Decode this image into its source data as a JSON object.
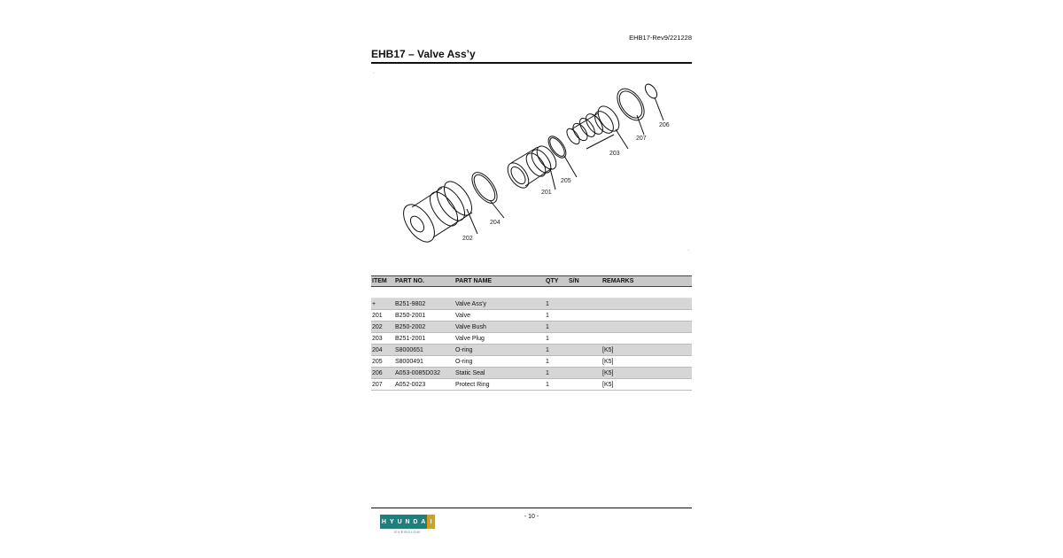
{
  "header": {
    "doc_code": "EHB17-Rev9/221228",
    "title": "EHB17 – Valve Ass’y"
  },
  "diagram": {
    "callouts": [
      "206",
      "207",
      "203",
      "205",
      "201",
      "204",
      "202"
    ]
  },
  "table": {
    "headers": [
      "ITEM",
      "PART NO.",
      "PART NAME",
      "QTY",
      "S/N",
      "REMARKS"
    ],
    "rows": [
      {
        "item": "+",
        "part_no": "B251-9802",
        "part_name": "Valve Ass'y",
        "qty": "1",
        "sn": "",
        "remarks": ""
      },
      {
        "item": "201",
        "part_no": "B250-2001",
        "part_name": "Valve",
        "qty": "1",
        "sn": "",
        "remarks": ""
      },
      {
        "item": "202",
        "part_no": "B250-2002",
        "part_name": "Valve Bush",
        "qty": "1",
        "sn": "",
        "remarks": ""
      },
      {
        "item": "203",
        "part_no": "B251-2001",
        "part_name": "Valve Plug",
        "qty": "1",
        "sn": "",
        "remarks": ""
      },
      {
        "item": "204",
        "part_no": "S8000651",
        "part_name": "O-ring",
        "qty": "1",
        "sn": "",
        "remarks": "[K5]"
      },
      {
        "item": "205",
        "part_no": "S8000491",
        "part_name": "O-ring",
        "qty": "1",
        "sn": "",
        "remarks": "[K5]"
      },
      {
        "item": "206",
        "part_no": "A053-0085D032",
        "part_name": "Static Seal",
        "qty": "1",
        "sn": "",
        "remarks": "[K5]"
      },
      {
        "item": "207",
        "part_no": "A052-0023",
        "part_name": "Protect Ring",
        "qty": "1",
        "sn": "",
        "remarks": "[K5]"
      }
    ]
  },
  "footer": {
    "page_number": "- 10 -",
    "logo": {
      "letters": [
        "H",
        "Y",
        "U",
        "N",
        "D",
        "A",
        "I"
      ],
      "subtitle": "EVERDIGM",
      "colors": [
        "#1f7f7d",
        "#c9a227"
      ]
    }
  }
}
